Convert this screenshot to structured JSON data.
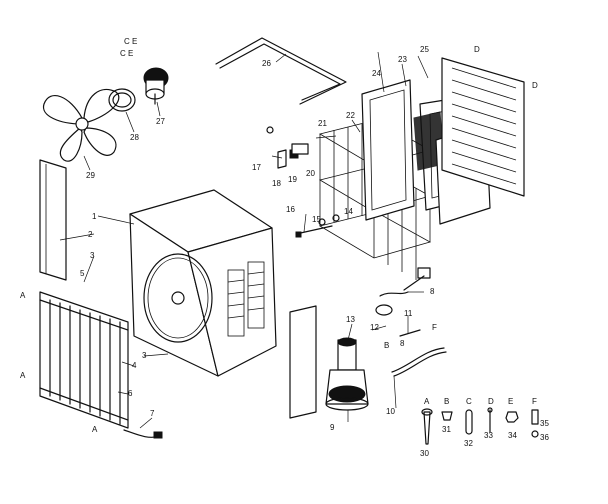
{
  "callouts": [
    {
      "id": "1",
      "text": "1"
    },
    {
      "id": "2",
      "text": "2"
    },
    {
      "id": "3a",
      "text": "3"
    },
    {
      "id": "3b",
      "text": "3"
    },
    {
      "id": "4",
      "text": "4"
    },
    {
      "id": "5",
      "text": "5"
    },
    {
      "id": "6",
      "text": "6"
    },
    {
      "id": "7",
      "text": "7"
    },
    {
      "id": "8",
      "text": "8"
    },
    {
      "id": "8b",
      "text": "8"
    },
    {
      "id": "9",
      "text": "9"
    },
    {
      "id": "10",
      "text": "10"
    },
    {
      "id": "11",
      "text": "11"
    },
    {
      "id": "12",
      "text": "12"
    },
    {
      "id": "13",
      "text": "13"
    },
    {
      "id": "14",
      "text": "14"
    },
    {
      "id": "15",
      "text": "15"
    },
    {
      "id": "16",
      "text": "16"
    },
    {
      "id": "17",
      "text": "17"
    },
    {
      "id": "18",
      "text": "18"
    },
    {
      "id": "19",
      "text": "19"
    },
    {
      "id": "20",
      "text": "20"
    },
    {
      "id": "21",
      "text": "21"
    },
    {
      "id": "22",
      "text": "22"
    },
    {
      "id": "23",
      "text": "23"
    },
    {
      "id": "24",
      "text": "24"
    },
    {
      "id": "25",
      "text": "25"
    },
    {
      "id": "26",
      "text": "26"
    },
    {
      "id": "27",
      "text": "27"
    },
    {
      "id": "28",
      "text": "28"
    },
    {
      "id": "29",
      "text": "29"
    },
    {
      "id": "30",
      "text": "30"
    },
    {
      "id": "31",
      "text": "31"
    },
    {
      "id": "32",
      "text": "32"
    },
    {
      "id": "33",
      "text": "33"
    },
    {
      "id": "34",
      "text": "34"
    },
    {
      "id": "35",
      "text": "35"
    },
    {
      "id": "36",
      "text": "36"
    }
  ],
  "letters": {
    "ce_top": "C E",
    "ce_mid": "C E",
    "D1": "D",
    "D2": "D",
    "F": "F",
    "B": "B",
    "A1": "A",
    "A2": "A",
    "A3": "A",
    "kA": "A",
    "kB": "B",
    "kC": "C",
    "kD": "D",
    "kE": "E",
    "kF": "F"
  }
}
